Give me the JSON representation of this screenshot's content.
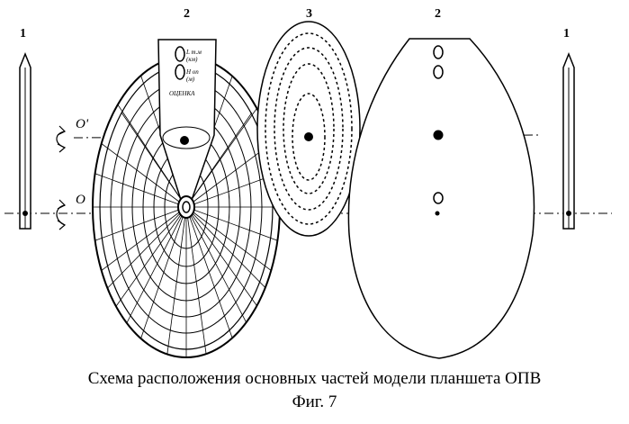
{
  "labels": {
    "left_plate": "1",
    "disk_left": "2",
    "disk_middle": "3",
    "disk_right": "2",
    "right_plate": "1"
  },
  "axes": {
    "upper": "O'",
    "lower": "O"
  },
  "disk_text": {
    "l1": "L т.м",
    "l1b": "(км)",
    "h1": "H оп",
    "h1b": "(м)",
    "estimate": "ОЦЕНКА"
  },
  "caption": {
    "line1": "Схема расположения основных частей модели планшета ОПВ",
    "line2": "Фиг. 7"
  }
}
